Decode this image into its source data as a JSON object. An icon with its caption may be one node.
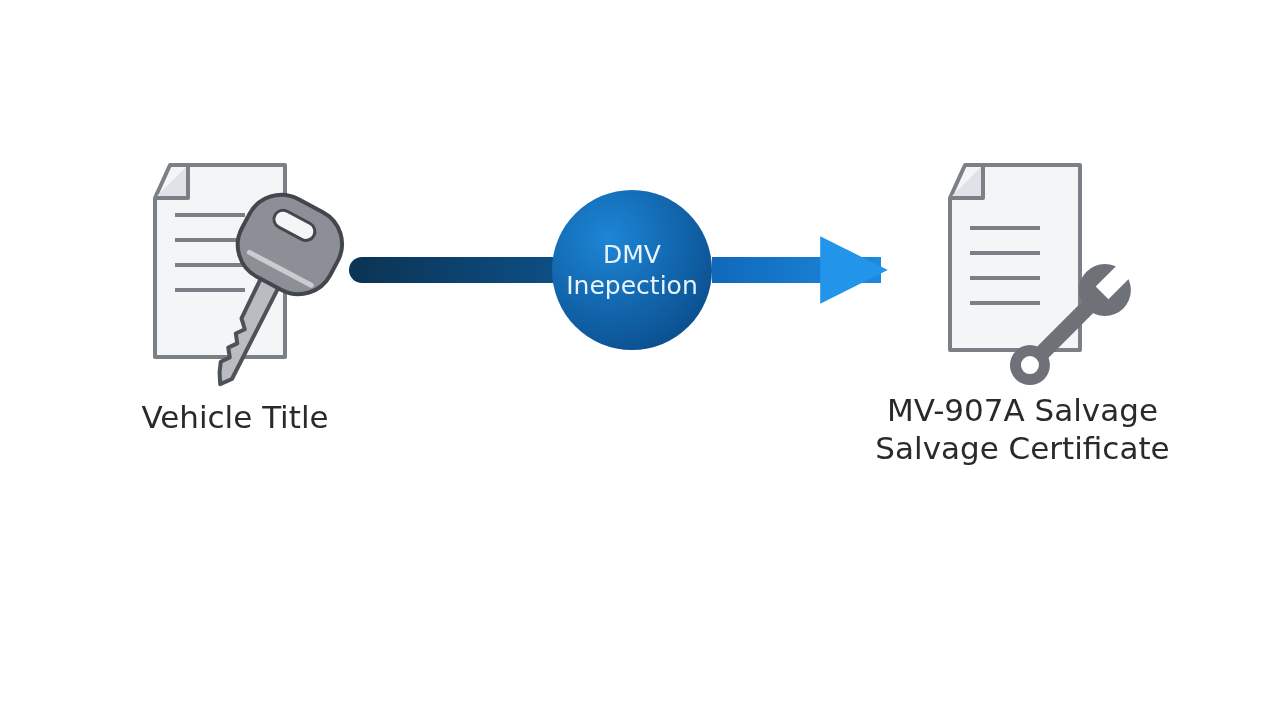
{
  "diagram": {
    "nodes": [
      {
        "text": [],
        "shape": "picture",
        "beside": [
          "Vehicle Title"
        ]
      },
      {
        "text": [
          "DMV Inepection"
        ]
      },
      {
        "text": [],
        "shape": "picture",
        "beside": [
          "MV-907A Salvage Salvage Certificate"
        ]
      }
    ],
    "edges": [
      {
        "from": 0,
        "to": 1,
        "arrow": "none"
      },
      {
        "from": 1,
        "to": 2,
        "arrow": "to"
      }
    ]
  }
}
